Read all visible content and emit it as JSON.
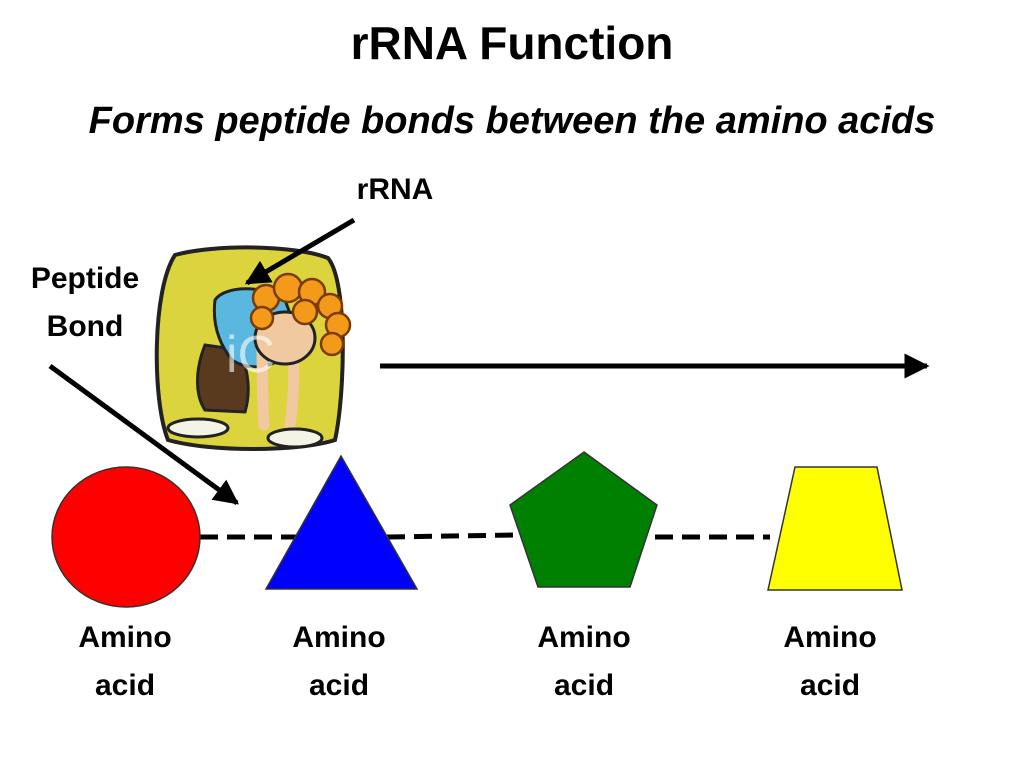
{
  "slide": {
    "title": "rRNA Function",
    "subtitle": "Forms peptide bonds between the amino acids"
  },
  "labels": {
    "rrna": "rRNA",
    "peptide_line1": "Peptide",
    "peptide_line2": "Bond"
  },
  "clipart": {
    "watermark": "iC"
  },
  "amino_acids": [
    {
      "line1": "Amino",
      "line2": "acid",
      "shape": "circle",
      "color": "#ff0000"
    },
    {
      "line1": "Amino",
      "line2": "acid",
      "shape": "triangle",
      "color": "#0000ff"
    },
    {
      "line1": "Amino",
      "line2": "acid",
      "shape": "pentagon",
      "color": "#008000"
    },
    {
      "line1": "Amino",
      "line2": "acid",
      "shape": "trapezoid",
      "color": "#ffff00"
    }
  ]
}
